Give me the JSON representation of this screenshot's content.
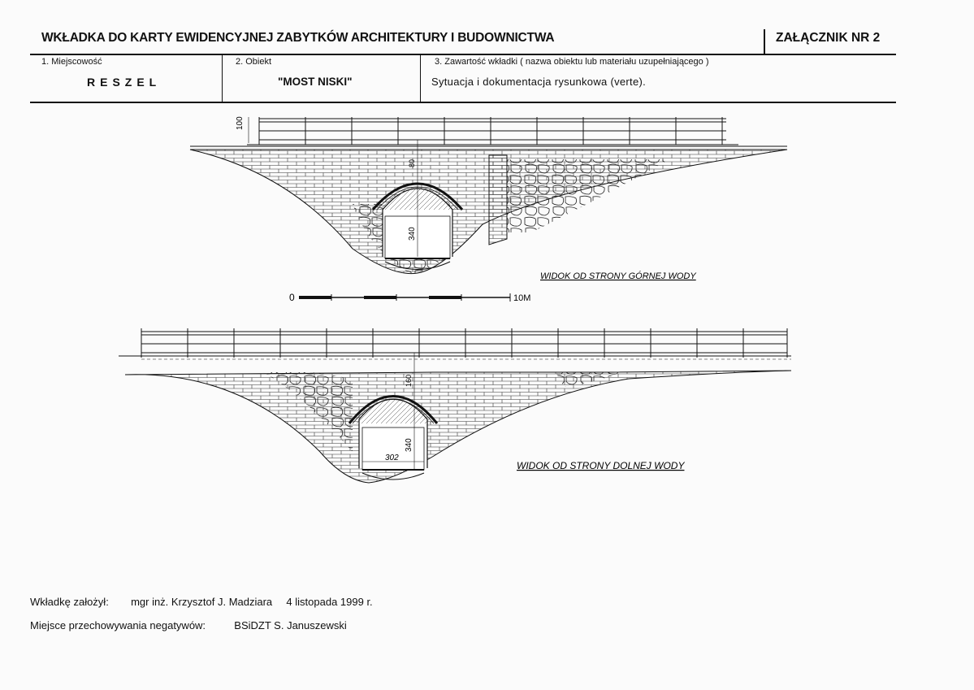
{
  "header": {
    "title": "WKŁADKA DO KARTY EWIDENCYJNEJ ZABYTKÓW ARCHITEKTURY I BUDOWNICTWA",
    "annex": "ZAŁĄCZNIK NR 2"
  },
  "fields": {
    "locality": {
      "label": "1. Miejscowość",
      "value": "RESZEL"
    },
    "object": {
      "label": "2. Obiekt",
      "value": "\"MOST NISKI\""
    },
    "content": {
      "label": "3. Zawartość wkładki ( nazwa obiektu lub materiału uzupełniającego )",
      "value": "Sytuacja i dokumentacja rysunkowa (verte)."
    }
  },
  "drawing": {
    "upper_caption": "WIDOK OD STRONY GÓRNEJ WODY",
    "lower_caption": "WIDOK OD STRONY DOLNEJ WODY",
    "scale_start": "0",
    "scale_end": "10M",
    "dim_100": "100",
    "dim_340_upper": "340",
    "dim_340_lower": "340",
    "dim_160": "160",
    "dim_302": "302",
    "dim_80": "80"
  },
  "footer": {
    "founder_label": "Wkładkę założył:",
    "founder_value": "mgr inż. Krzysztof J. Madziara",
    "founder_date": "4 listopada 1999 r.",
    "storage_label": "Miejsce przechowywania negatywów:",
    "storage_value": "BSiDZT S. Januszewski"
  }
}
